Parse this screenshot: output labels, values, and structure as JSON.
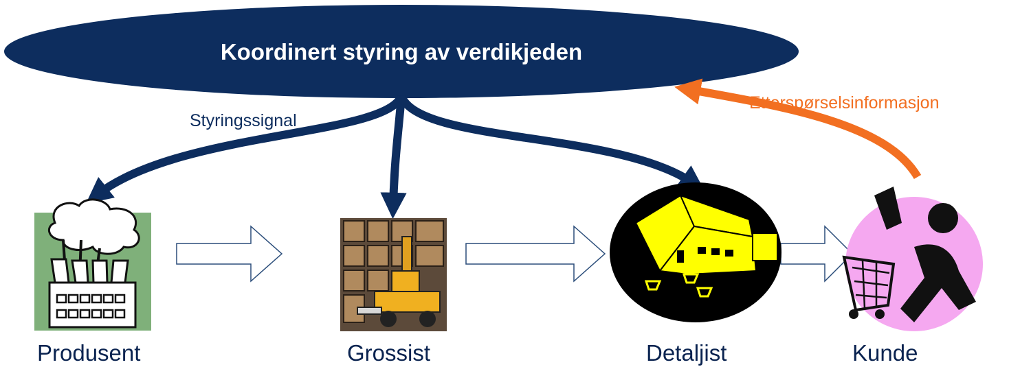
{
  "header": {
    "title": "Koordinert styring av verdikjeden"
  },
  "labels": {
    "control_signal": "Styringssignal",
    "demand_info": "Etterspørselsinformasjon"
  },
  "nodes": [
    {
      "id": "producer",
      "label": "Produsent",
      "icon": "factory-icon"
    },
    {
      "id": "wholesaler",
      "label": "Grossist",
      "icon": "warehouse-forklift-icon"
    },
    {
      "id": "retailer",
      "label": "Detaljist",
      "icon": "store-icon"
    },
    {
      "id": "customer",
      "label": "Kunde",
      "icon": "shopper-icon"
    }
  ],
  "colors": {
    "ellipse": "#0d2d5e",
    "control_arrow": "#0d2d5e",
    "demand_arrow": "#f26f21",
    "flow_arrow_stroke": "#2b4d7a",
    "label_text": "#0a2350"
  }
}
